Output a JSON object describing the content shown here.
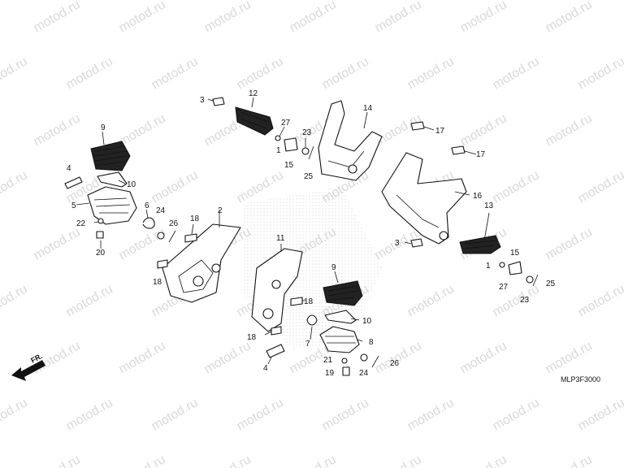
{
  "watermark": "motod.ru",
  "diagram_code": "MLP3F3000",
  "direction_label": "FR.",
  "callouts": {
    "c1": "1",
    "c1b": "1",
    "c2": "2",
    "c3a": "3",
    "c3b": "3",
    "c4a": "4",
    "c4b": "4",
    "c5": "5",
    "c6": "6",
    "c7": "7",
    "c8": "8",
    "c9a": "9",
    "c9b": "9",
    "c10a": "10",
    "c10b": "10",
    "c11": "11",
    "c12": "12",
    "c13": "13",
    "c14": "14",
    "c15a": "15",
    "c15b": "15",
    "c16": "16",
    "c17a": "17",
    "c17b": "17",
    "c18a": "18",
    "c18b": "18",
    "c18c": "18",
    "c18d": "18",
    "c19": "19",
    "c20": "20",
    "c21": "21",
    "c22": "22",
    "c23a": "23",
    "c23b": "23",
    "c24a": "24",
    "c24b": "24",
    "c25a": "25",
    "c25b": "25",
    "c26a": "26",
    "c26b": "26",
    "c27a": "27",
    "c27b": "27"
  }
}
